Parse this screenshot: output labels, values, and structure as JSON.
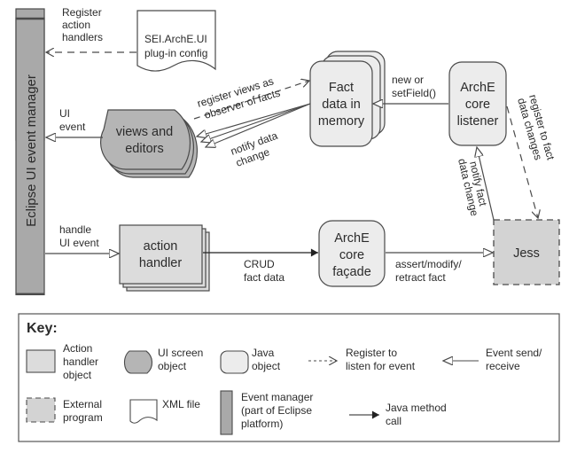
{
  "diagram": {
    "colors": {
      "event_manager": "#a9a9a9",
      "ui_screen": "#b5b5b5",
      "action_handler": "#dcdcdc",
      "java_object": "#ececec",
      "external": "#d3d3d3",
      "stroke": "#4a4a4a"
    },
    "nodes": {
      "event_manager": {
        "label": "Eclipse UI event manager"
      },
      "plugin_config": {
        "line1": "SEI.ArchE.UI",
        "line2": "plug-in config"
      },
      "views_editors": {
        "line1": "views and",
        "line2": "editors"
      },
      "fact_data": {
        "line1": "Fact",
        "line2": "data in",
        "line3": "memory"
      },
      "core_listener": {
        "line1": "ArchE",
        "line2": "core",
        "line3": "listener"
      },
      "action_handler": {
        "line1": "action",
        "line2": "handler"
      },
      "core_facade": {
        "line1": "ArchE",
        "line2": "core",
        "line3": "façade"
      },
      "jess": {
        "label": "Jess"
      }
    },
    "edges": {
      "register_action_handlers": {
        "line1": "Register",
        "line2": "action",
        "line3": "handlers"
      },
      "ui_event": {
        "line1": "UI",
        "line2": "event"
      },
      "register_views": {
        "line1": "register views as",
        "line2": "observer of facts"
      },
      "notify_data_change": {
        "line1": "notify data",
        "line2": "change"
      },
      "new_setfield": {
        "line1": "new or",
        "line2": "setField()"
      },
      "register_fact_changes": {
        "line1": "register to fact",
        "line2": "data changes"
      },
      "notify_fact_change": {
        "line1": "notify fact",
        "line2": "data change"
      },
      "handle_ui_event": {
        "line1": "handle",
        "line2": "UI event"
      },
      "crud": {
        "line1": "CRUD",
        "line2": "fact data"
      },
      "assert_modify": {
        "line1": "assert/modify/",
        "line2": "retract fact"
      }
    }
  },
  "key": {
    "title": "Key:",
    "items": {
      "action_handler": {
        "line1": "Action",
        "line2": "handler",
        "line3": "object"
      },
      "ui_screen": {
        "line1": "UI screen",
        "line2": "object"
      },
      "java_object": {
        "line1": "Java",
        "line2": "object"
      },
      "register": {
        "line1": "Register to",
        "line2": "listen for event"
      },
      "event_send": {
        "line1": "Event send/",
        "line2": "receive"
      },
      "external": {
        "line1": "External",
        "line2": "program"
      },
      "xml_file": {
        "line1": "XML file"
      },
      "event_manager": {
        "line1": "Event manager",
        "line2": "(part of Eclipse",
        "line3": "platform)"
      },
      "java_call": {
        "line1": "Java method",
        "line2": "call"
      }
    }
  }
}
